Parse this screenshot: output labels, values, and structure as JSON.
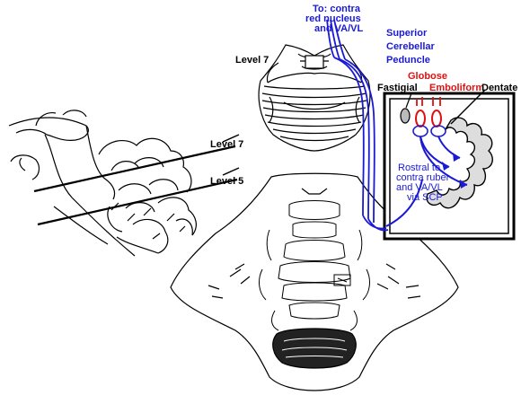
{
  "labels": {
    "to_contra_line1": "To: contra",
    "to_contra_line2": "red nucleus",
    "to_contra_line3": "and VA/VL",
    "superior_line1": "Superior",
    "superior_line2": "Cerebellar",
    "superior_line3": "Peduncle",
    "level7_top": "Level 7",
    "level7_side": "Level 7",
    "level5_side": "Level 5",
    "fastigial": "Fastigial",
    "globose": "Globose",
    "emboliform": "Emboliform",
    "dentate": "Dentate",
    "rostral_line1": "Rostral to",
    "rostral_line2": "contra ruber",
    "rostral_line3": "and VA/VL",
    "rostral_line4": "via SCP"
  },
  "colors": {
    "pathway": "#1a1ad6",
    "nuclei_highlight": "#e01010",
    "outline": "#000000"
  }
}
